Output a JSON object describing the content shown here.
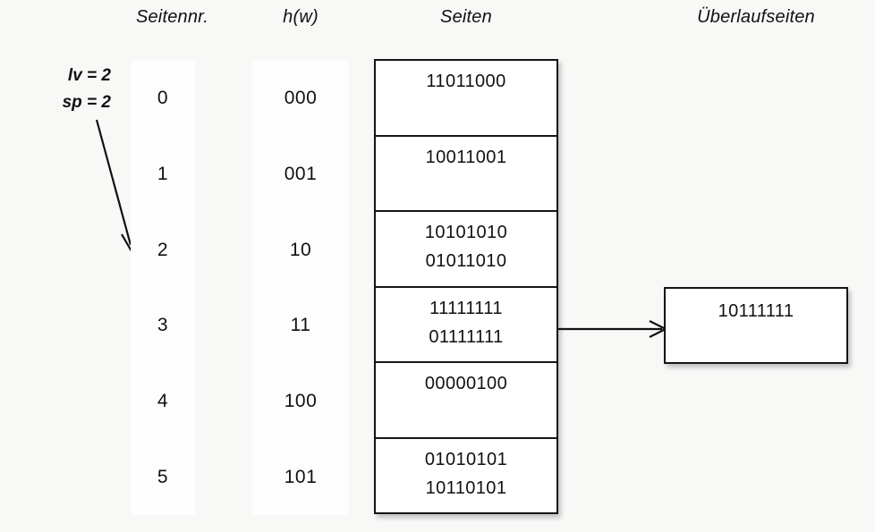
{
  "page": {
    "background_color": "#f8f8f7",
    "ink_color": "#111111"
  },
  "headers": {
    "seitennr": "Seitennr.",
    "hw": "h(w)",
    "seiten": "Seiten",
    "ueberlaufseiten": "Überlaufseiten"
  },
  "parameters": {
    "lv": "lv = 2",
    "sp": "sp = 2"
  },
  "directory": {
    "page_numbers": [
      "0",
      "1",
      "2",
      "3",
      "4",
      "5"
    ],
    "hash_values": [
      "000",
      "001",
      "10",
      "11",
      "100",
      "101"
    ]
  },
  "pages": [
    {
      "index": 0,
      "records": [
        "11011000"
      ]
    },
    {
      "index": 1,
      "records": [
        "10011001"
      ]
    },
    {
      "index": 2,
      "records": [
        "10101010",
        "01011010"
      ]
    },
    {
      "index": 3,
      "records": [
        "11111111",
        "01111111"
      ]
    },
    {
      "index": 4,
      "records": [
        "00000100"
      ]
    },
    {
      "index": 5,
      "records": [
        "01010101",
        "10110101"
      ]
    }
  ],
  "overflow_pages": [
    {
      "from_page_index": 3,
      "records": [
        "10111111"
      ]
    }
  ],
  "arrows": {
    "pointer_to_page_2": "diagonal arrow from sp/lv labels to page number 2",
    "page_3_to_overflow": "horizontal arrow from page 3 to overflow page"
  }
}
